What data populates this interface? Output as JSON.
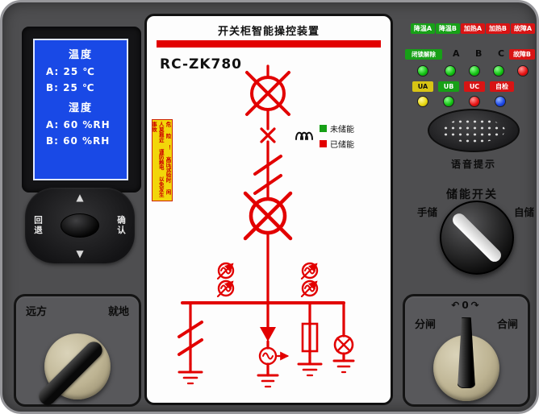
{
  "colors": {
    "panel": "#4e4e50",
    "lcd_bg": "#1949e6",
    "diagram_red": "#e20000",
    "led_green": "#12c212",
    "led_red": "#e81212",
    "led_yellow": "#e8d80f",
    "led_blue": "#1c48e8"
  },
  "lcd": {
    "temp_title": "温度",
    "temp_a": "A: 25 ℃",
    "temp_b": "B: 25 ℃",
    "hum_title": "湿度",
    "hum_a": "A: 60 %RH",
    "hum_b": "B: 60 %RH"
  },
  "nav": {
    "up": "▲",
    "down": "▼",
    "back": "回退",
    "confirm": "确认"
  },
  "mimic": {
    "title": "开关柜智能操控装置",
    "model": "RC-ZK780",
    "warning": {
      "line1": "危 险 ！",
      "line2": "高压试验时 闲人莫靠近",
      "line3": "谨防触电 以免发生事故"
    },
    "legend": {
      "not_charged": "未储能",
      "charged": "已储能"
    }
  },
  "indicators": {
    "row1": [
      {
        "label": "降温A",
        "color": "green"
      },
      {
        "label": "降温B",
        "color": "green"
      },
      {
        "label": "加热A",
        "color": "red"
      },
      {
        "label": "加热B",
        "color": "red"
      },
      {
        "label": "故障A",
        "color": "red"
      }
    ],
    "row2": {
      "unlock": "闭锁解除",
      "phase_a": "A",
      "phase_b": "B",
      "phase_c": "C",
      "fault_b": "故障B"
    },
    "row2_leds": [
      "green",
      "green",
      "green",
      "green",
      "red"
    ],
    "row3": [
      {
        "label": "UA",
        "color": "yellow"
      },
      {
        "label": "UB",
        "color": "green"
      },
      {
        "label": "UC",
        "color": "red"
      },
      {
        "label": "自检",
        "color": "red"
      }
    ],
    "row3_leds": [
      "yellow",
      "green",
      "red",
      "blue"
    ]
  },
  "speaker": {
    "label": "语音提示"
  },
  "charge_switch": {
    "title": "储能开关",
    "left": "手储",
    "right": "自储"
  },
  "local_remote_switch": {
    "left": "远方",
    "right": "就地"
  },
  "open_close_switch": {
    "left": "分闸",
    "right": "合闸",
    "zero": "0",
    "arc_left": "↶",
    "arc_right": "↷"
  }
}
